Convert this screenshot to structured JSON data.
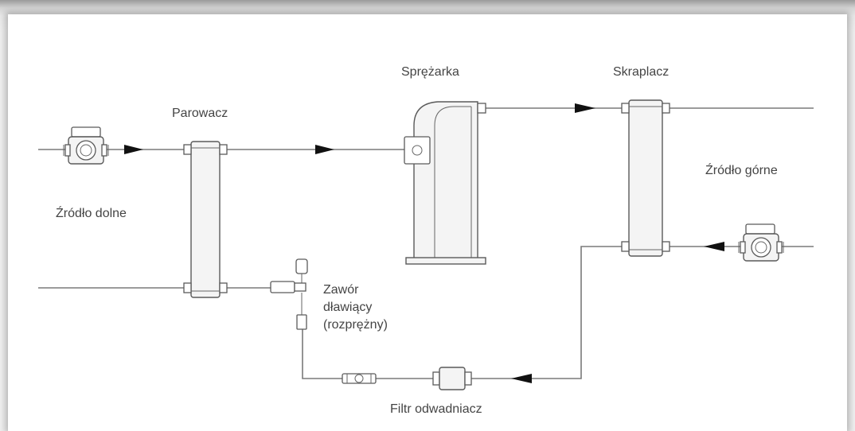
{
  "labels": {
    "parowacz": "Parowacz",
    "sprezarka": "Sprężarka",
    "skraplacz": "Skraplacz",
    "zrodlo_dolne": "Źródło dolne",
    "zrodlo_gorne": "Źródło górne",
    "zawor_line1": "Zawór",
    "zawor_line2": "dławiący",
    "zawor_line3": "(rozprężny)",
    "filtr": "Filtr odwadniacz"
  },
  "colors": {
    "pipe": "#7a7a7a",
    "arrow": "#111111",
    "text": "#444444",
    "background": "#ffffff"
  }
}
